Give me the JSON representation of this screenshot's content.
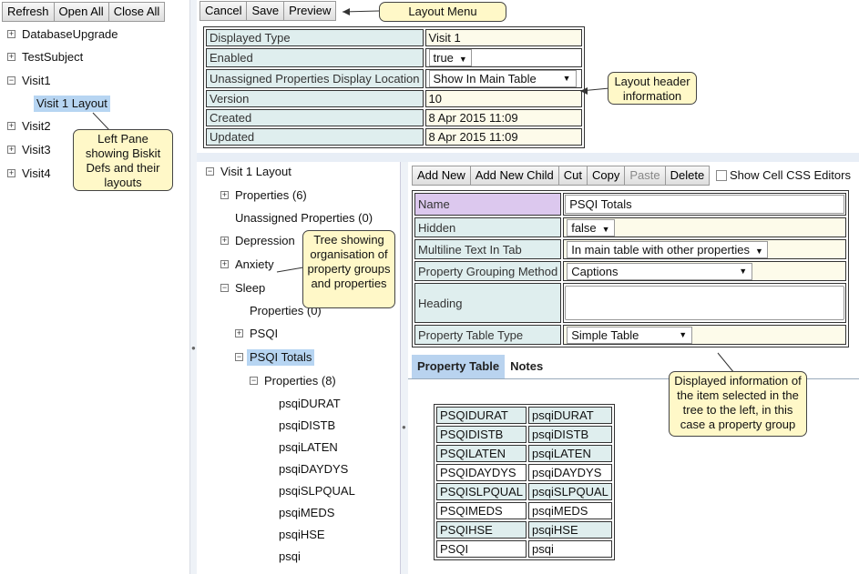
{
  "left_toolbar": {
    "refresh": "Refresh",
    "open_all": "Open All",
    "close_all": "Close All"
  },
  "left_tree": [
    {
      "label": "DatabaseUpgrade",
      "expander": "+"
    },
    {
      "label": "TestSubject",
      "expander": "+"
    },
    {
      "label": "Visit1",
      "expander": "−"
    },
    {
      "label": "Visit 1 Layout",
      "expander": ""
    },
    {
      "label": "Visit2",
      "expander": "+"
    },
    {
      "label": "Visit3",
      "expander": "+"
    },
    {
      "label": "Visit4",
      "expander": "+"
    }
  ],
  "layout_menu": {
    "cancel": "Cancel",
    "save": "Save",
    "preview": "Preview"
  },
  "header_info": {
    "rows": [
      {
        "label": "Displayed Type",
        "value": "Visit 1"
      },
      {
        "label": "Enabled",
        "value": "true"
      },
      {
        "label": "Unassigned Properties Display Location",
        "value": "Show In Main Table"
      },
      {
        "label": "Version",
        "value": "10"
      },
      {
        "label": "Created",
        "value": "8 Apr 2015 11:09"
      },
      {
        "label": "Updated",
        "value": "8 Apr 2015 11:09"
      }
    ]
  },
  "layout_tree": [
    {
      "label": "Visit 1 Layout",
      "expander": "−"
    },
    {
      "label": "Properties (6)",
      "expander": "+"
    },
    {
      "label": "Unassigned Properties (0)",
      "expander": ""
    },
    {
      "label": "Depression",
      "expander": "+"
    },
    {
      "label": "Anxiety",
      "expander": "+"
    },
    {
      "label": "Sleep",
      "expander": "−"
    },
    {
      "label": "Properties (0)",
      "expander": ""
    },
    {
      "label": "PSQI",
      "expander": "+"
    },
    {
      "label": "PSQI Totals",
      "expander": "−"
    },
    {
      "label": "Properties (8)",
      "expander": "−"
    },
    {
      "label": "psqiDURAT",
      "expander": ""
    },
    {
      "label": "psqiDISTB",
      "expander": ""
    },
    {
      "label": "psqiLATEN",
      "expander": ""
    },
    {
      "label": "psqiDAYDYS",
      "expander": ""
    },
    {
      "label": "psqiSLPQUAL",
      "expander": ""
    },
    {
      "label": "psqiMEDS",
      "expander": ""
    },
    {
      "label": "psqiHSE",
      "expander": ""
    },
    {
      "label": "psqi",
      "expander": ""
    }
  ],
  "detail_toolbar": {
    "add_new": "Add New",
    "add_new_child": "Add New Child",
    "cut": "Cut",
    "copy": "Copy",
    "paste": "Paste",
    "delete": "Delete",
    "show_css": "Show Cell CSS Editors"
  },
  "detail_form": {
    "name_label": "Name",
    "name_value": "PSQI Totals",
    "hidden_label": "Hidden",
    "hidden_value": "false",
    "multiline_label": "Multiline Text In Tab",
    "multiline_value": "In main table with other properties",
    "grouping_label": "Property Grouping Method",
    "grouping_value": "Captions",
    "heading_label": "Heading",
    "heading_value": "",
    "table_type_label": "Property Table Type",
    "table_type_value": "Simple Table"
  },
  "tabs": {
    "property_table": "Property Table",
    "notes": "Notes"
  },
  "property_table": [
    [
      "PSQIDURAT",
      "psqiDURAT"
    ],
    [
      "PSQIDISTB",
      "psqiDISTB"
    ],
    [
      "PSQILATEN",
      "psqiLATEN"
    ],
    [
      "PSQIDAYDYS",
      "psqiDAYDYS"
    ],
    [
      "PSQISLPQUAL",
      "psqiSLPQUAL"
    ],
    [
      "PSQIMEDS",
      "psqiMEDS"
    ],
    [
      "PSQIHSE",
      "psqiHSE"
    ],
    [
      "PSQI",
      "psqi"
    ]
  ],
  "callouts": {
    "layout_menu": "Layout Menu",
    "header": "Layout header information",
    "left_pane": "Left Pane showing Biskit Defs and their layouts",
    "tree": "Tree showing organisation of property groups and properties",
    "displayed": "Displayed information of the item selected in the tree to the left, in this case a property group"
  },
  "colors": {
    "label_bg": "#dfeeee",
    "selection": "#b7d5f2",
    "callout": "#fff8c8",
    "name_label": "#dcc8ee"
  }
}
